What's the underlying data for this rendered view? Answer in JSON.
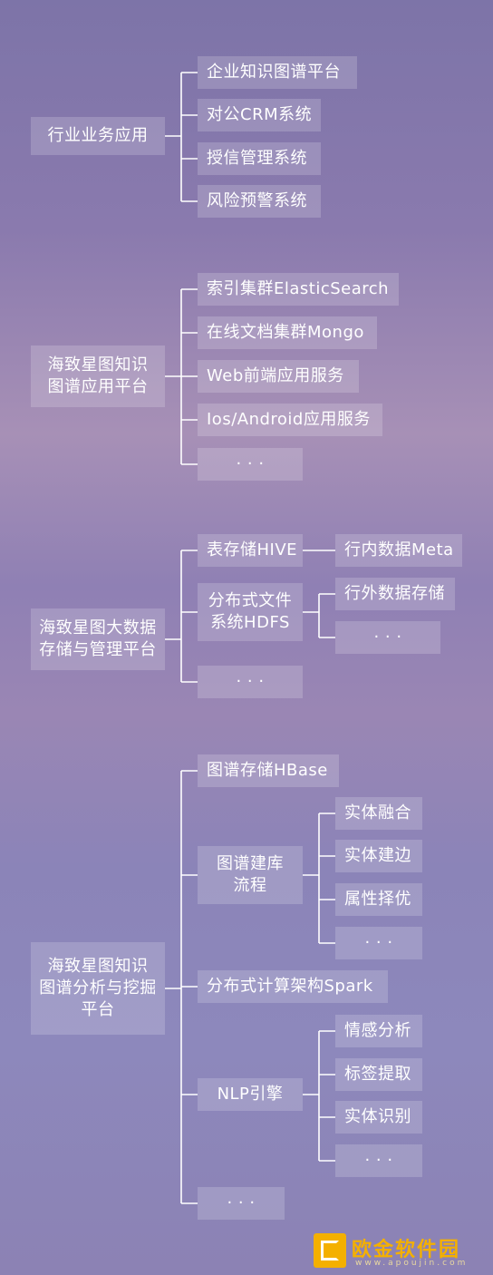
{
  "sections": [
    {
      "root": "行业业务应用",
      "children": [
        "企业知识图谱平台",
        "对公CRM系统",
        "授信管理系统",
        "风险预警系统"
      ]
    },
    {
      "root": "海致星图知识\n图谱应用平台",
      "children": [
        "索引集群ElasticSearch",
        "在线文档集群Mongo",
        "Web前端应用服务",
        "Ios/Android应用服务",
        "· · ·"
      ]
    },
    {
      "root": "海致星图大数据\n存储与管理平台",
      "children": [
        "表存储HIVE",
        "分布式文件\n系统HDFS",
        "· · ·"
      ],
      "grandchildren": {
        "hive": [
          "行内数据Meta"
        ],
        "hdfs": [
          "行外数据存储",
          "· · ·"
        ]
      }
    },
    {
      "root": "海致星图知识\n图谱分析与挖掘\n平台",
      "children": [
        "图谱存储HBase",
        "图谱建库\n流程",
        "分布式计算架构Spark",
        "NLP引擎",
        "· · ·"
      ],
      "grandchildren": {
        "build": [
          "实体融合",
          "实体建边",
          "属性择优",
          "· · ·"
        ],
        "nlp": [
          "情感分析",
          "标签提取",
          "实体识别",
          "· · ·"
        ]
      }
    }
  ],
  "watermark": {
    "text": "欧金软件园",
    "sub": "www.apoujin.com"
  }
}
